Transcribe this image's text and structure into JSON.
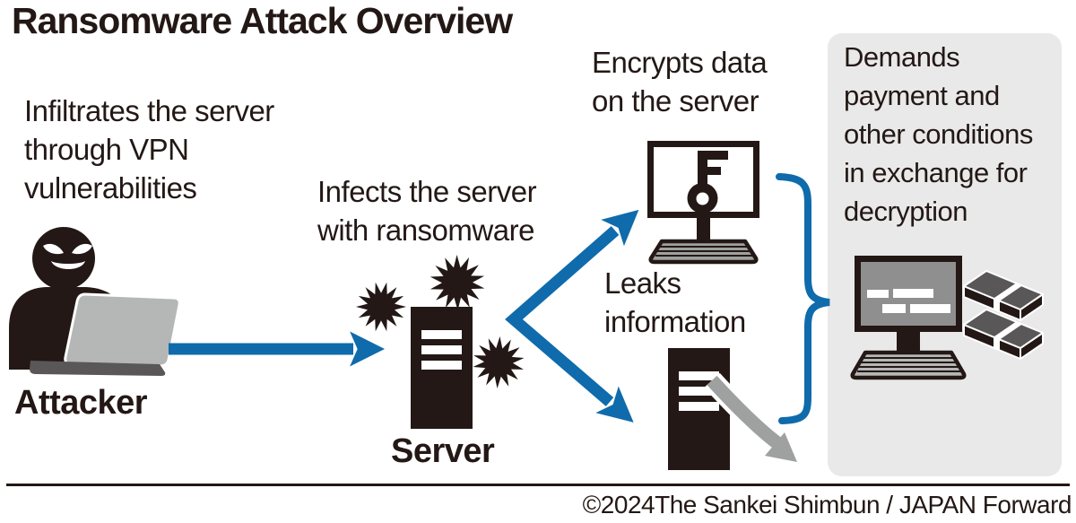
{
  "title": "Ransomware Attack Overview",
  "diagram": {
    "attacker": {
      "caption": "Infiltrates the server\nthrough VPN\nvulnerabilities",
      "label": "Attacker",
      "icon": "hacker-with-laptop-icon"
    },
    "server": {
      "caption": "Infects the server\nwith ransomware",
      "label": "Server",
      "icon": "server-tower-icon",
      "malware_icon": "virus-burst-icon"
    },
    "encrypt": {
      "caption": "Encrypts data\non the server",
      "icon": "monitor-with-key-icon"
    },
    "leak": {
      "caption": "Leaks\ninformation",
      "icon": "server-leak-arrow-icon"
    },
    "demand": {
      "caption": "Demands\npayment and\nother conditions\nin exchange for\ndecryption",
      "icons": [
        "ransom-message-computer-icon",
        "money-stacks-icon"
      ]
    }
  },
  "footer": {
    "credit": "©2024The Sankei Shimbun / JAPAN Forward"
  },
  "colors": {
    "ink": "#231815",
    "flow_arrow_blue": "#0f6bab",
    "panel_gray": "#e9e9e9",
    "laptop_gray": "#b5b6b6",
    "metal_gray": "#9fa0a0",
    "dark_gray": "#595757",
    "screen_gray": "#8f8f8f",
    "background": "#ffffff"
  }
}
